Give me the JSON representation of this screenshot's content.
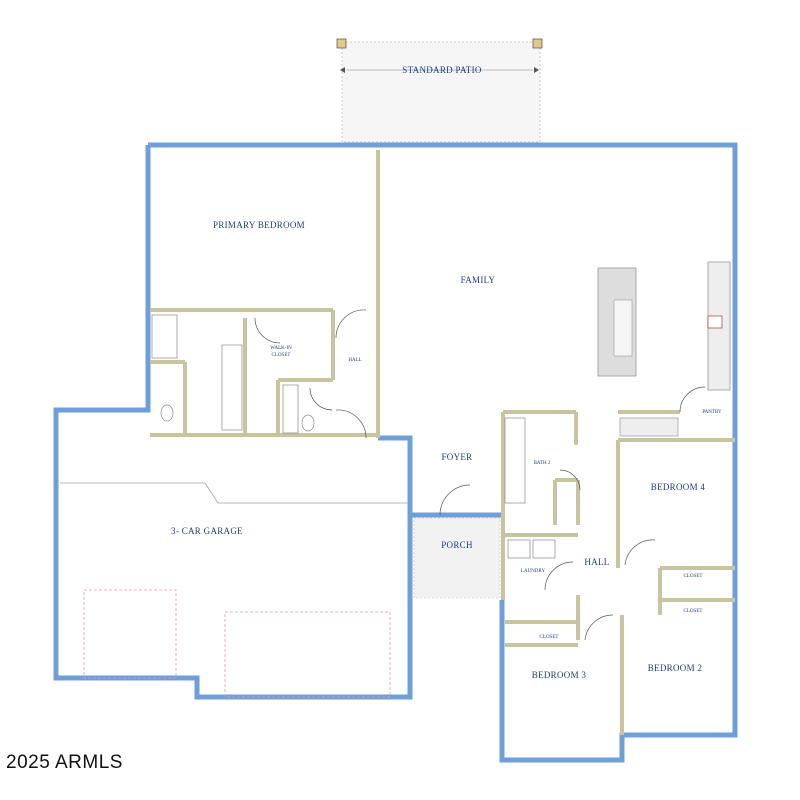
{
  "rooms": {
    "patio": "STANDARD PATIO",
    "primary_bedroom": "PRIMARY BEDROOM",
    "family": "FAMILY",
    "walk_in_closet_line1": "WALK-IN",
    "walk_in_closet_line2": "CLOSET",
    "hall_upper": "HALL",
    "foyer": "FOYER",
    "porch": "PORCH",
    "garage": "3- CAR GARAGE",
    "bath": "BATH 2",
    "laundry": "LAUNDRY",
    "hall_lower": "HALL",
    "pantry": "PANTRY",
    "bedroom4": "BEDROOM 4",
    "closet_b4": "CLOSET",
    "closet_b2": "CLOSET",
    "closet_b3": "CLOSET",
    "bedroom3": "BEDROOM 3",
    "bedroom2": "BEDROOM 2"
  },
  "copyright": "2025 ARMLS",
  "colors": {
    "exterior_wall": "#6f9fd8",
    "interior_wall": "#c9c4a0",
    "label": "#1f3d7a"
  }
}
